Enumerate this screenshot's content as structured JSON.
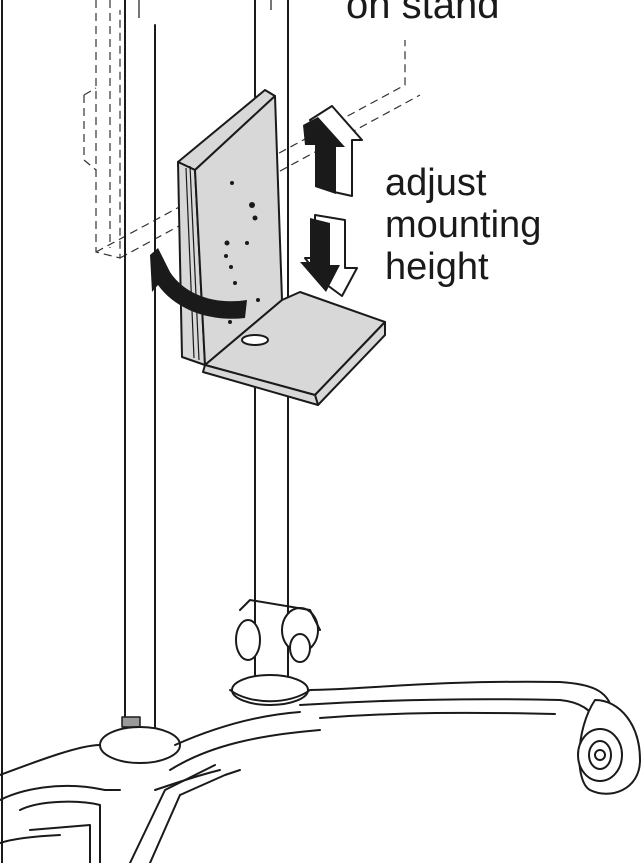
{
  "labels": {
    "top_partial": "on stand",
    "instruction_lines": [
      "adjust",
      "mounting",
      "height"
    ]
  },
  "colors": {
    "line": "#1a1a1a",
    "bracket_fill": "#d8d8d8",
    "arrow_fill": "#1a1a1a",
    "background": "#ffffff"
  }
}
